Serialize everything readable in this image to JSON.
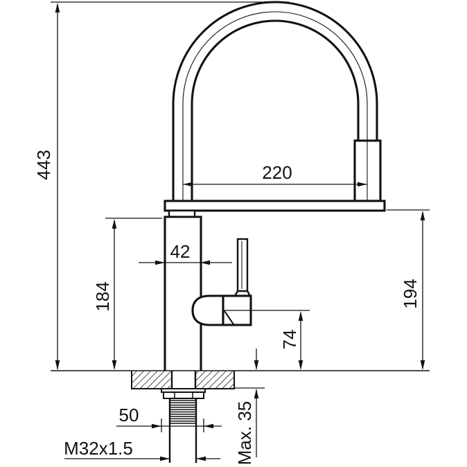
{
  "drawing": {
    "background": "#ffffff",
    "line_color": "#111111",
    "labels": {
      "total_height": "443",
      "spout_reach": "220",
      "body_width": "42",
      "base_to_spout_support": "184",
      "counter_to_spout_outlet": "194",
      "counter_to_handle_line": "74",
      "base_nut_width": "50",
      "thread_spec": "M32x1.5",
      "max_counter_thickness": "Max. 35"
    }
  }
}
